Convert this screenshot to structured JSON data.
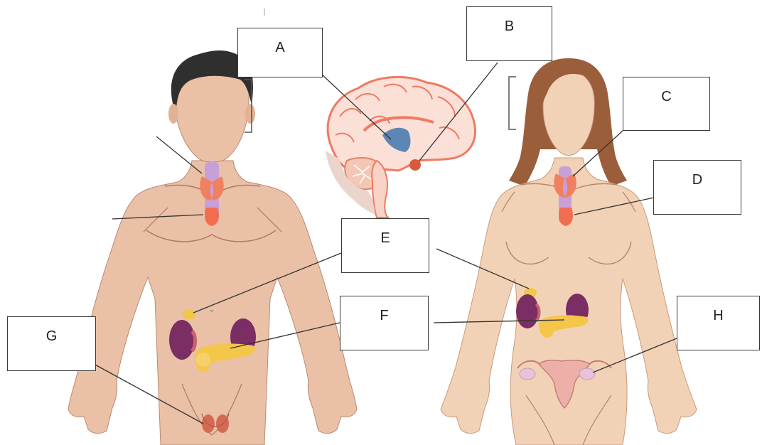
{
  "labels": {
    "a": "A",
    "b": "B",
    "c": "C",
    "d": "D",
    "e": "E",
    "f": "F",
    "g": "G",
    "h": "H"
  },
  "colors": {
    "male_skin": "#eac0a6",
    "female_skin": "#f2d2b6",
    "male_hair": "#2f2f2f",
    "female_hair": "#9a5e3b",
    "brain_outline": "#f07a63",
    "brain_fill": "#fbe0d7",
    "pituitary": "#d85a3e",
    "hypothalamus": "#5d86b4",
    "thyroid": "#f08060",
    "trachea": "#c8a0d8",
    "adrenal": "#f1c845",
    "kidney": "#7a2e64",
    "pancreas": "#f4c64a",
    "testes": "#d46a52",
    "ovary": "#e9c2d9",
    "uterus": "#ecb0a8"
  }
}
